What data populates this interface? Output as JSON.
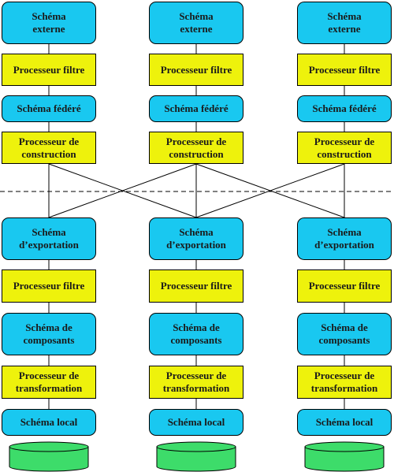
{
  "colors": {
    "schema_fill": "#19c8f0",
    "processor_fill": "#eef20c",
    "database_fill": "#3ddc6a",
    "line": "#000000"
  },
  "columns": [
    {
      "external_schema": "Schéma\nexterne",
      "filter_processor_top": "Processeur filtre",
      "federated_schema": "Schéma fédéré",
      "construction_processor": "Processeur de\nconstruction",
      "export_schema": "Schéma\nd’exportation",
      "filter_processor_bottom": "Processeur filtre",
      "component_schema": "Schéma de\ncomposants",
      "transformation_processor": "Processeur de\ntransformation",
      "local_schema": "Schéma local",
      "database_icon": "database-icon"
    },
    {
      "external_schema": "Schéma\nexterne",
      "filter_processor_top": "Processeur filtre",
      "federated_schema": "Schéma fédéré",
      "construction_processor": "Processeur de\nconstruction",
      "export_schema": "Schéma\nd’exportation",
      "filter_processor_bottom": "Processeur filtre",
      "component_schema": "Schéma de\ncomposants",
      "transformation_processor": "Processeur de\ntransformation",
      "local_schema": "Schéma local",
      "database_icon": "database-icon"
    },
    {
      "external_schema": "Schéma\nexterne",
      "filter_processor_top": "Processeur filtre",
      "federated_schema": "Schéma fédéré",
      "construction_processor": "Processeur de\nconstruction",
      "export_schema": "Schéma\nd’exportation",
      "filter_processor_bottom": "Processeur filtre",
      "component_schema": "Schéma de\ncomposants",
      "transformation_processor": "Processeur de\ntransformation",
      "local_schema": "Schéma local",
      "database_icon": "database-icon"
    }
  ]
}
